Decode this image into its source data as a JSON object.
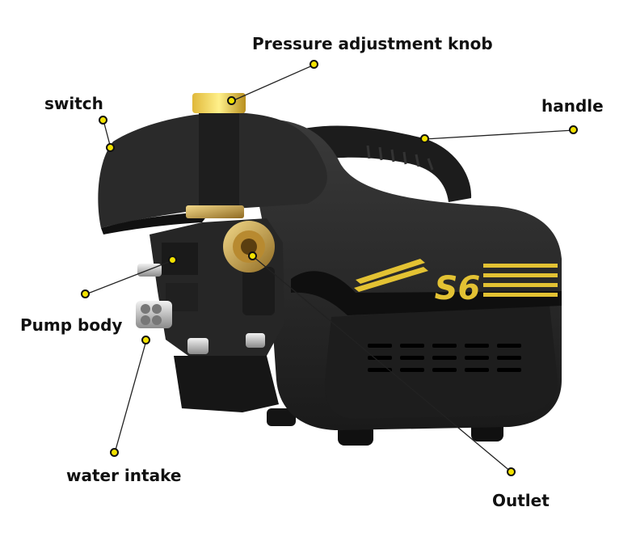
{
  "colors": {
    "body": "#2b2b2b",
    "body_dark": "#151515",
    "accent_gold": "#e3c233",
    "brass": "#c9a24a",
    "dot_fill": "#f2e200",
    "label_text": "#111111"
  },
  "model_badge": "S6",
  "callouts": {
    "pressure_knob": "Pressure adjustment knob",
    "switch": "switch",
    "handle": "handle",
    "pump_body": "Pump body",
    "water_intake": "water intake",
    "outlet": "Outlet"
  }
}
